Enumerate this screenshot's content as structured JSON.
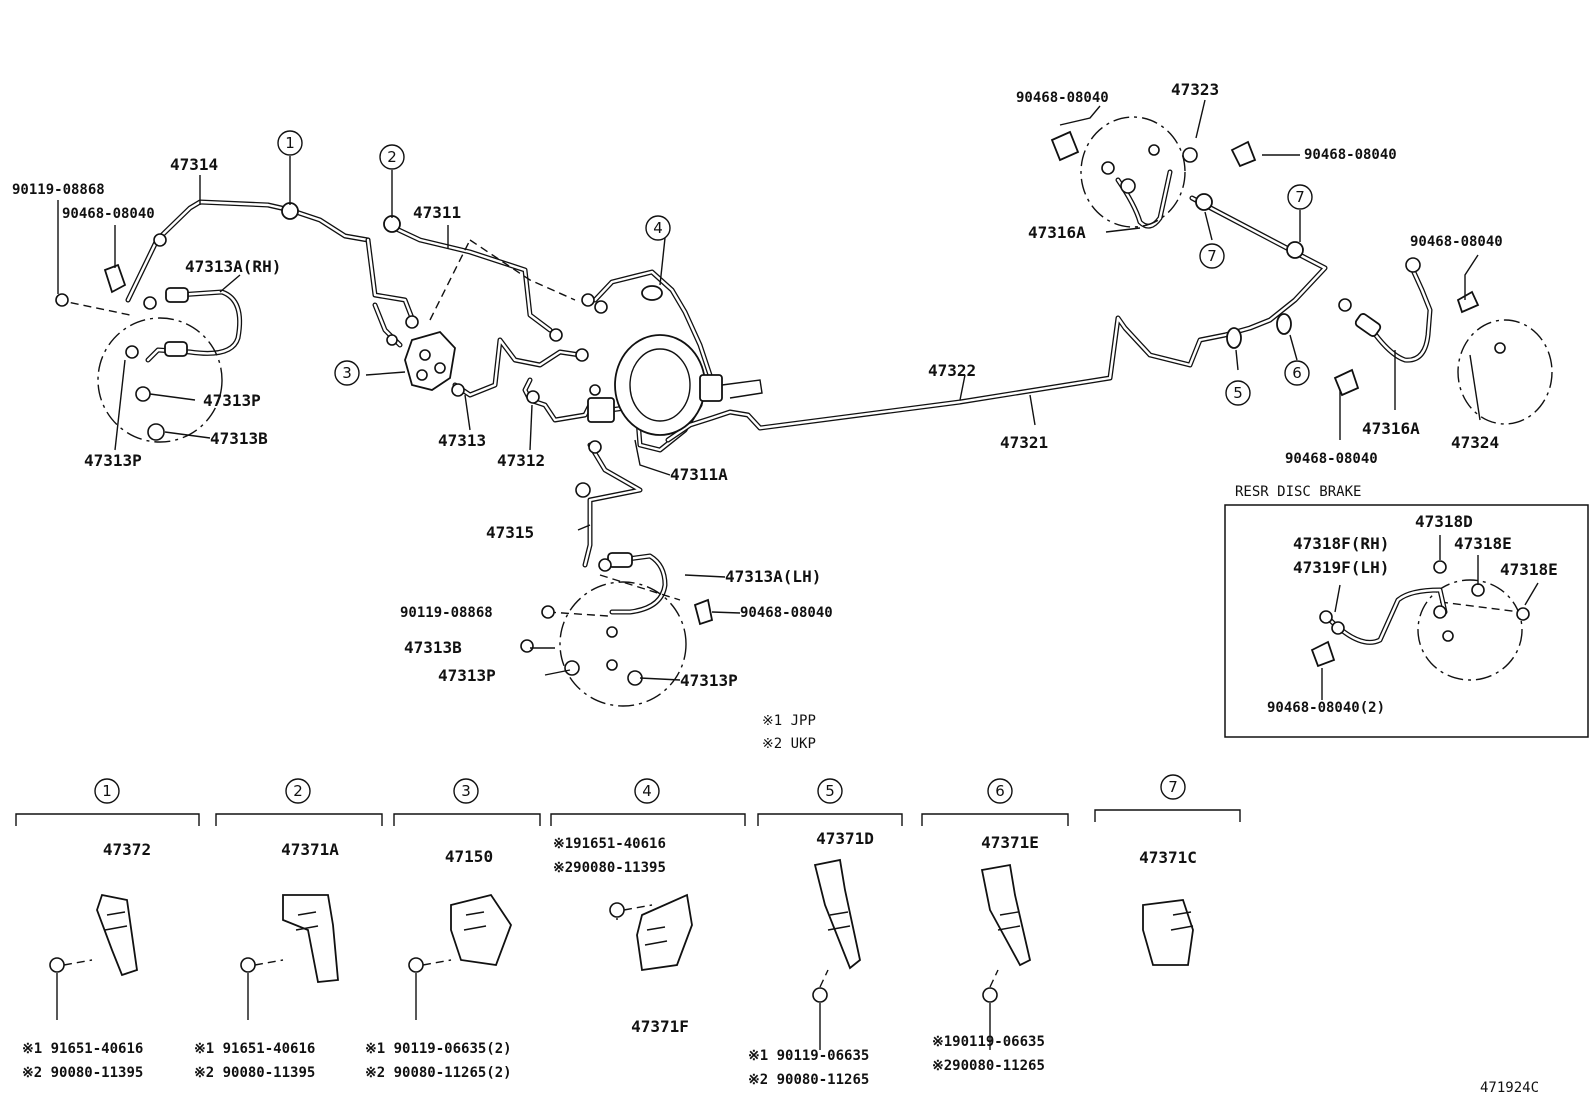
{
  "diagram_id": "471924C",
  "main_labels": {
    "p47314": "47314",
    "p90119_rh": "90119-08868",
    "p90468_rh": "90468-08040",
    "p47313a_rh": "47313A(RH)",
    "p47313p_rh_a": "47313P",
    "p47313b_rh": "47313B",
    "p47313p_rh_b": "47313P",
    "p47311": "47311",
    "p47313": "47313",
    "p47312": "47312",
    "p47311a": "47311A",
    "p47315": "47315",
    "p47313a_lh": "47313A(LH)",
    "p90119_lh": "90119-08868",
    "p90468_lh": "90468-08040",
    "p47313b_lh": "47313B",
    "p47313p_lh_a": "47313P",
    "p47313p_lh_b": "47313P",
    "p47322": "47322",
    "p47321": "47321",
    "p90468_top_left": "90468-08040",
    "p47323": "47323",
    "p90468_top_right": "90468-08040",
    "p47316a_top": "47316A",
    "p90468_rr_top": "90468-08040",
    "p47316a_rr": "47316A",
    "p47324": "47324",
    "p90468_rr_bottom": "90468-08040"
  },
  "callout_numbers": [
    "1",
    "2",
    "3",
    "4",
    "5",
    "6",
    "7"
  ],
  "notes": {
    "jpp": "※1 JPP",
    "ukp": "※2 UKP"
  },
  "disc_brake_box": {
    "title": "RESR DISC BRAKE",
    "p47318d": "47318D",
    "p47318f": "47318F(RH)",
    "p47319f": "47319F(LH)",
    "p47318e_a": "47318E",
    "p47318e_b": "47318E",
    "p90468": "90468-08040(2)"
  },
  "detail_sections": [
    {
      "num": "1",
      "part": "47372",
      "note1": "※1 91651-40616",
      "note2": "※2 90080-11395"
    },
    {
      "num": "2",
      "part": "47371A",
      "note1": "※1 91651-40616",
      "note2": "※2 90080-11395"
    },
    {
      "num": "3",
      "part": "47150",
      "note1": "※1 90119-06635(2)",
      "note2": "※2 90080-11265(2)"
    },
    {
      "num": "4",
      "part": "47371F",
      "note1": "※191651-40616",
      "note2": "※290080-11395"
    },
    {
      "num": "5",
      "part": "47371D",
      "note1": "※1 90119-06635",
      "note2": "※2 90080-11265"
    },
    {
      "num": "6",
      "part": "47371E",
      "note1": "※190119-06635",
      "note2": "※290080-11265"
    },
    {
      "num": "7",
      "part": "47371C",
      "note1": "",
      "note2": ""
    }
  ]
}
